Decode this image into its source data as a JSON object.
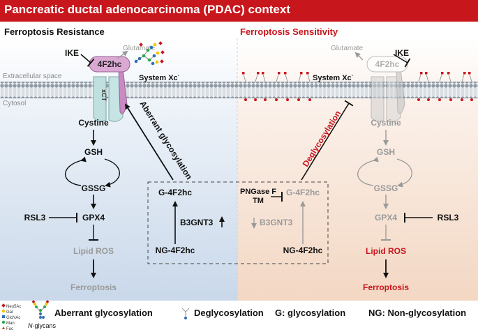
{
  "title": "Pancreatic ductal adenocarcinoma (PDAC) context",
  "left_panel": {
    "heading": "Ferroptosis Resistance",
    "ike": "IKE",
    "glutamate": "Glutamate",
    "protein_4f2hc": "4F2hc",
    "xct": "xCT",
    "system_xc": "System Xc",
    "system_xc_sup": "-",
    "cystine": "Cystine",
    "gsh": "GSH",
    "gssg": "GSSG",
    "rsl3": "RSL3",
    "gpx4": "GPX4",
    "lipid_ros": "Lipid ROS",
    "ferroptosis": "Ferroptosis",
    "aberrant_glycosylation": "Aberrant glycosylation",
    "g_4f2hc": "G-4F2hc",
    "b3gnt3": "B3GNT3",
    "ng_4f2hc": "NG-4F2hc"
  },
  "right_panel": {
    "heading": "Ferroptosis Sensitivity",
    "ike": "IKE",
    "glutamate": "Glutamate",
    "protein_4f2hc": "4F2hc",
    "system_xc": "System Xc",
    "system_xc_sup": "-",
    "cystine": "Cystine",
    "gsh": "GSH",
    "gssg": "GSSG",
    "rsl3": "RSL3",
    "gpx4": "GPX4",
    "lipid_ros": "Lipid ROS",
    "ferroptosis": "Ferroptosis",
    "deglycosylation": "Deglycosylation",
    "g_4f2hc": "G-4F2hc",
    "b3gnt3": "B3GNT3",
    "ng_4f2hc": "NG-4F2hc",
    "pngase": "PNGase F",
    "tm": "TM"
  },
  "membrane": {
    "extracellular": "Extracellular space",
    "cytosol": "Cytosol"
  },
  "legend": {
    "glycan_keys": [
      "Neu5Ac",
      "Gal",
      "GlcNAc",
      "Man",
      "Fuc"
    ],
    "n_glycans": "N-glycans",
    "n_glycans_prefix": "N",
    "n_glycans_suffix": "-glycans",
    "aberrant": "Aberrant glycosylation",
    "deglycosylation": "Deglycosylation",
    "g_def": "G: glycosylation",
    "ng_def": "NG: Non-glycosylation"
  },
  "colors": {
    "title_bg": "#c8161d",
    "accent_red": "#c8161d",
    "left_bg": "#dfe8f3",
    "right_bg": "#f8e6da",
    "protein_pink": "#c78bc1",
    "protein_teal": "#bfe0df",
    "grey_text": "#9a9a9a",
    "neu5ac": "#c8161d",
    "gal": "#f2c500",
    "glcnac": "#2f6fb5",
    "man": "#2aa84a",
    "fuc": "#d9342b"
  }
}
